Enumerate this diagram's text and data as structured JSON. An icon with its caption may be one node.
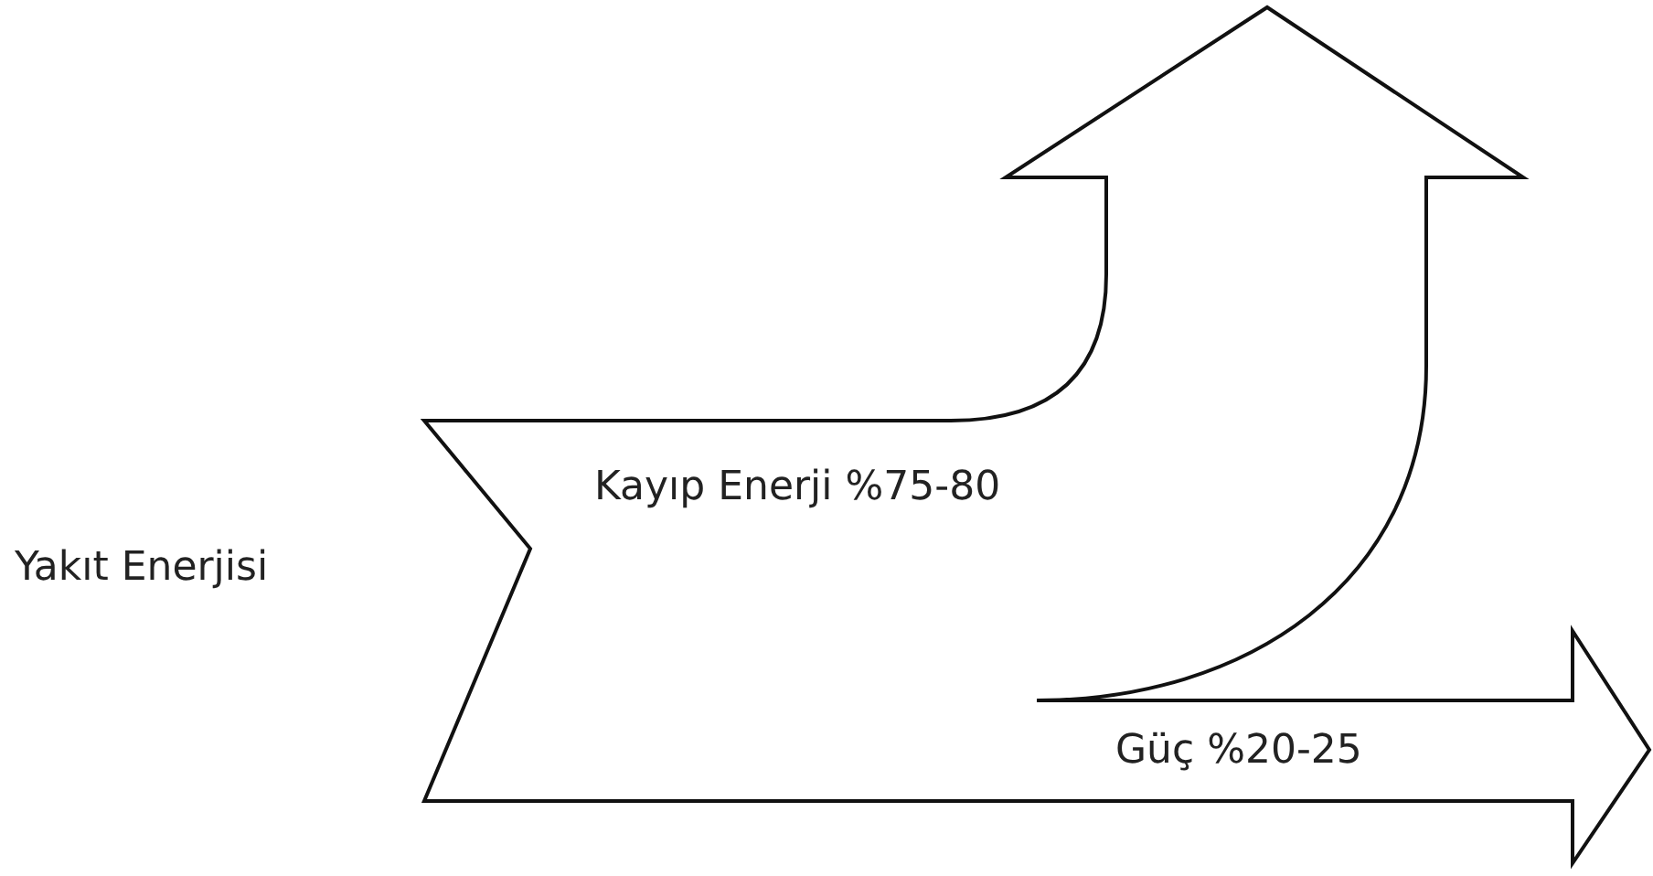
{
  "diagram": {
    "labels": [
      "Yakıt Enerjisi",
      "Kayıp Enerji %75-80",
      "Güç %20-25"
    ]
  }
}
